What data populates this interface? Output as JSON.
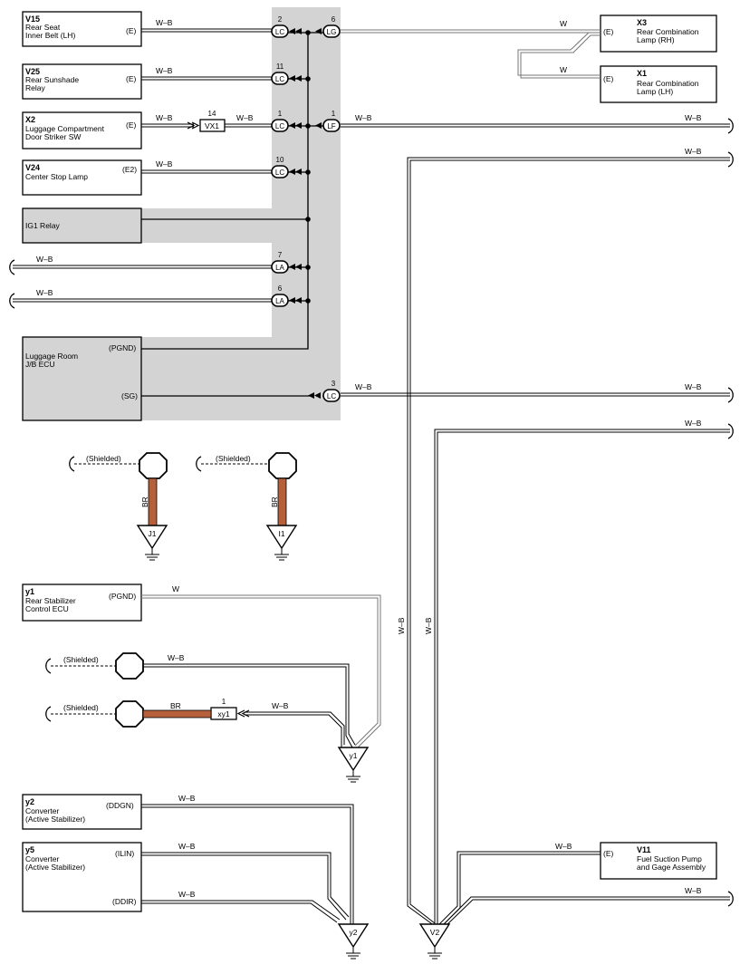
{
  "components": {
    "v15": {
      "code": "V15",
      "name_line1": "Rear Seat",
      "name_line2": "Inner Belt (LH)",
      "pin": "(E)"
    },
    "v25": {
      "code": "V25",
      "name_line1": "Rear Sunshade",
      "name_line2": "Relay",
      "pin": "(E)"
    },
    "x2": {
      "code": "X2",
      "name_line1": "Luggage Compartment",
      "name_line2": "Door Striker SW",
      "pin": "(E)"
    },
    "v24": {
      "code": "V24",
      "name_line1": "Center Stop Lamp",
      "pin": "(E2)"
    },
    "ig1": {
      "name": "IG1 Relay"
    },
    "jb_ecu": {
      "name_line1": "Luggage Room",
      "name_line2": "J/B ECU",
      "pin_pgnd": "(PGND)",
      "pin_sg": "(SG)"
    },
    "x3": {
      "code": "X3",
      "name_line1": "Rear Combination",
      "name_line2": "Lamp (RH)",
      "pin": "(E)"
    },
    "x1": {
      "code": "X1",
      "name_line1": "Rear Combination",
      "name_line2": "Lamp (LH)",
      "pin": "(E)"
    },
    "y1": {
      "code": "y1",
      "name_line1": "Rear Stabilizer",
      "name_line2": "Control ECU",
      "pin": "(PGND)"
    },
    "y2": {
      "code": "y2",
      "name_line1": "Converter",
      "name_line2": "(Active Stabilizer)",
      "pin": "(DDGN)"
    },
    "y5": {
      "code": "y5",
      "name_line1": "Converter",
      "name_line2": "(Active Stabilizer)",
      "pin_ilin": "(ILIN)",
      "pin_ddir": "(DDIR)"
    },
    "v11": {
      "code": "V11",
      "name_line1": "Fuel Suction Pump",
      "name_line2": "and Gage Assembly",
      "pin": "(E)"
    }
  },
  "connectors": {
    "lc": "LC",
    "lg": "LG",
    "lf": "LF",
    "la": "LA",
    "vx1": "VX1",
    "xy1": "xy1",
    "pin_2": "2",
    "pin_6": "6",
    "pin_11": "11",
    "pin_1": "1",
    "pin_14": "14",
    "pin_10": "10",
    "pin_7": "7",
    "pin_3": "3"
  },
  "grounds": {
    "j1": "J1",
    "i1": "I1",
    "y1": "y1",
    "y2": "y2",
    "v2": "V2"
  },
  "wires": {
    "wb": "W–B",
    "w": "W",
    "br": "BR",
    "shielded": "(Shielded)"
  },
  "colors": {
    "splice_area": "#d3d3d3",
    "ecu_fill": "#d4d4d4",
    "brown_wire": "#b5603a",
    "line": "#000000"
  }
}
